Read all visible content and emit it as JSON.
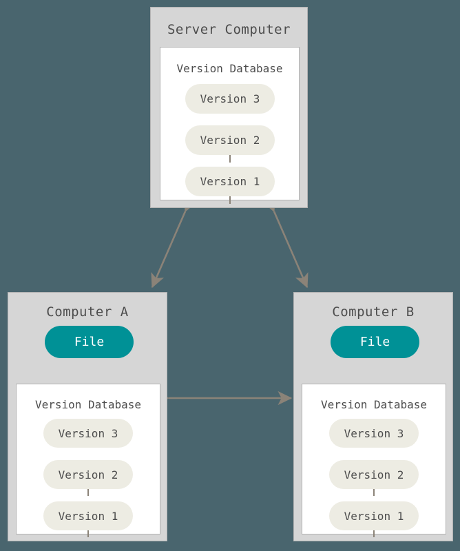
{
  "diagram": {
    "title_semantic": "centralized-version-control-diagram",
    "background_color": "#49656e",
    "box_fill": "#d6d6d6",
    "panel_fill": "#ffffff",
    "pill_fill": "#edece3",
    "file_fill": "#009196",
    "arrow_color": "#8b8378",
    "text_color": "#4d4d4d"
  },
  "server": {
    "title": "Server Computer",
    "database": {
      "title": "Version Database",
      "versions": [
        {
          "label": "Version 3"
        },
        {
          "label": "Version 2"
        },
        {
          "label": "Version 1"
        }
      ]
    }
  },
  "computer_a": {
    "title": "Computer A",
    "file": {
      "label": "File"
    },
    "database": {
      "title": "Version Database",
      "versions": [
        {
          "label": "Version 3"
        },
        {
          "label": "Version 2"
        },
        {
          "label": "Version 1"
        }
      ]
    }
  },
  "computer_b": {
    "title": "Computer B",
    "file": {
      "label": "File"
    },
    "database": {
      "title": "Version Database",
      "versions": [
        {
          "label": "Version 3"
        },
        {
          "label": "Version 2"
        },
        {
          "label": "Version 1"
        }
      ]
    }
  },
  "connections": [
    {
      "name": "server-to-computer-a",
      "style": "double-arrow",
      "orientation": "diagonal"
    },
    {
      "name": "server-to-computer-b",
      "style": "double-arrow",
      "orientation": "diagonal"
    },
    {
      "name": "computer-a-to-computer-b",
      "style": "double-arrow",
      "orientation": "horizontal"
    },
    {
      "name": "database-a-to-file-a",
      "style": "single-arrow",
      "orientation": "vertical-up"
    },
    {
      "name": "database-b-to-file-b",
      "style": "single-arrow",
      "orientation": "vertical-up"
    }
  ]
}
